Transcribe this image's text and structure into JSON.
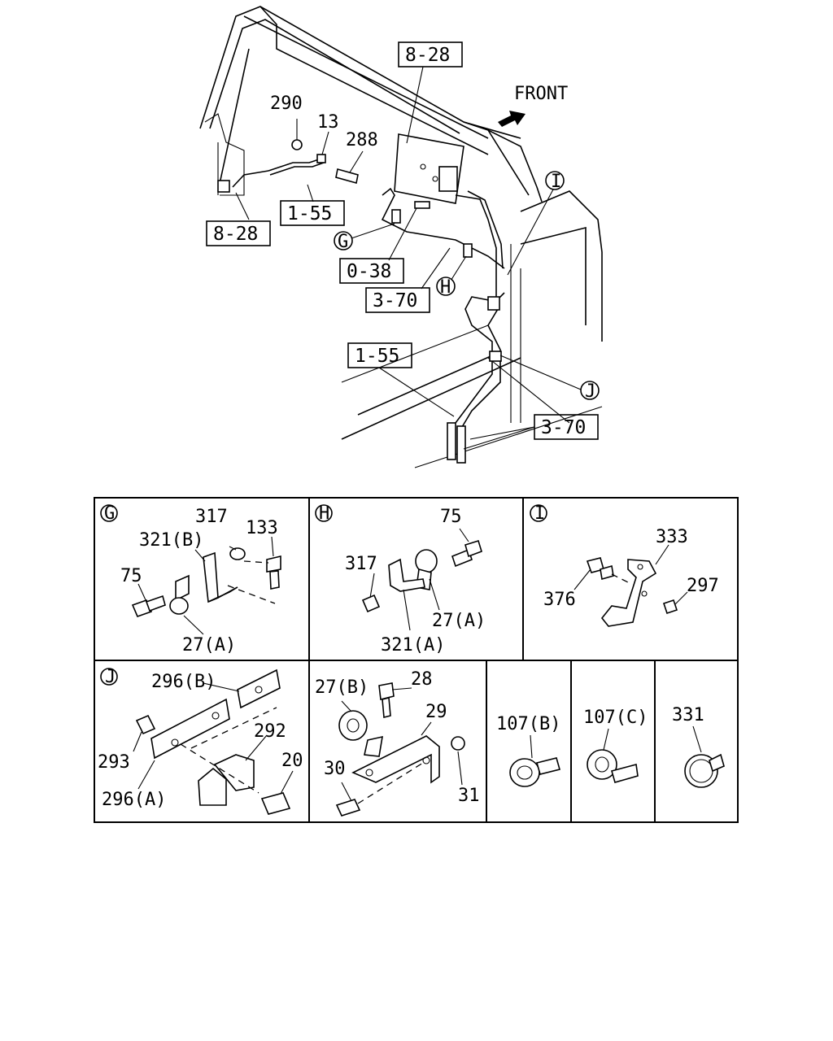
{
  "front_label": "FRONT",
  "main_diagram": {
    "ref_boxes": [
      "8-28",
      "8-28",
      "1-55",
      "0-38",
      "3-70",
      "1-55",
      "3-70"
    ],
    "callouts": {
      "c290": "290",
      "c13": "13",
      "c288": "288"
    },
    "detail_markers": {
      "G": "G",
      "H": "H",
      "I": "I",
      "J": "J"
    }
  },
  "panels": {
    "G": {
      "marker": "G",
      "labels": [
        "317",
        "133",
        "321(B)",
        "75",
        "27(A)"
      ]
    },
    "H": {
      "marker": "H",
      "labels": [
        "75",
        "317",
        "27(A)",
        "321(A)"
      ]
    },
    "I": {
      "marker": "I",
      "labels": [
        "333",
        "297",
        "376"
      ]
    },
    "J": {
      "marker": "J",
      "labels": [
        "296(B)",
        "292",
        "293",
        "20",
        "296(A)"
      ]
    },
    "K": {
      "labels": [
        "27(B)",
        "28",
        "29",
        "30",
        "31"
      ]
    },
    "L": {
      "labels": [
        "107(B)"
      ]
    },
    "M": {
      "labels": [
        "107(C)"
      ]
    },
    "N": {
      "labels": [
        "331"
      ]
    }
  }
}
